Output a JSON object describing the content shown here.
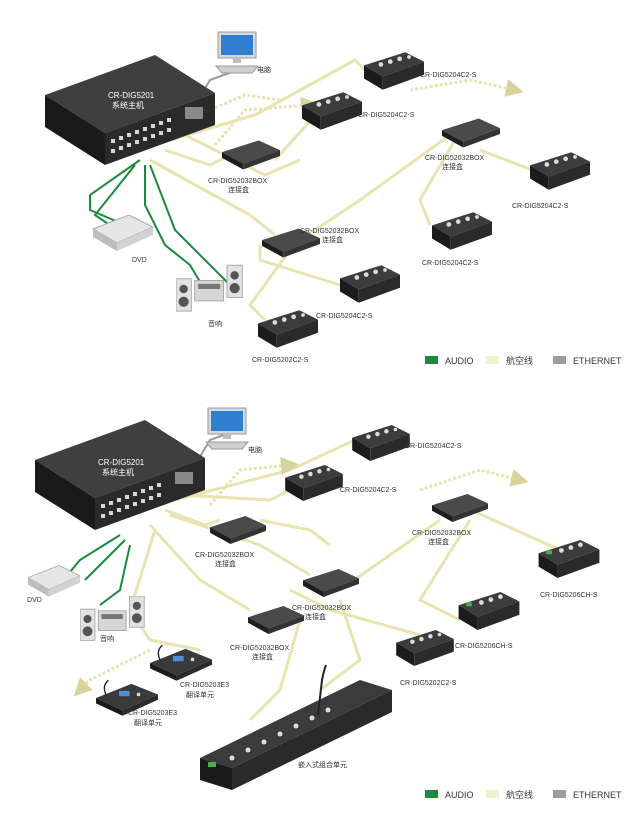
{
  "colors": {
    "audio": "#1a8a3c",
    "aviation": "#e9e3b0",
    "ethernet": "#9c9c9c",
    "device_dark": "#2a2a2a"
  },
  "diagram1": {
    "host_model": "CR-DIG5201",
    "host_name": "系统主机",
    "pc": "电脑",
    "dvd": "DVD",
    "speaker": "音响",
    "box_a_model": "CR-DIG52032BOX",
    "box_a_name": "连接盒",
    "box_b_model": "CR-DIG52032BOX",
    "box_b_name": "连接盒",
    "box_c_model": "CR-DIG52032BOX",
    "box_c_name": "连接盒",
    "unit_1": "CR-DIG5204C2-S",
    "unit_2": "CR-DIG5204C2-S",
    "unit_3": "CR-DIG5204C2-S",
    "unit_4": "CR-DIG5204C2-S",
    "unit_5": "CR-DIG5204C2-S",
    "unit_6": "CR-DIG5202C2-S"
  },
  "diagram2": {
    "host_model": "CR-DIG5201",
    "host_name": "系统主机",
    "pc": "电脑",
    "dvd": "DVD",
    "speaker": "音响",
    "box_a_model": "CR-DIG52032BOX",
    "box_a_name": "连接盒",
    "box_b_model": "CR-DIG52032BOX",
    "box_b_name": "连接盒",
    "box_c_model": "CR-DIG52032BOX",
    "box_c_name": "连接盒",
    "box_d_model": "CR-DIG52032BOX",
    "box_d_name": "连接盒",
    "unit_1": "CR-DIG5204C2-S",
    "unit_2": "CR-DIG5204C2-S",
    "unit_3": "CR-DIG5206CH-S",
    "unit_4": "CR-DIG5206CH-S",
    "unit_5": "CR-DIG5202C2-S",
    "interp_1_model": "CR-DIG5203E3",
    "interp_1_name": "翻译单元",
    "interp_2_model": "CR-DIG5203E3",
    "interp_2_name": "翻译单元",
    "embedded": "嵌入式组合单元"
  },
  "legend": {
    "audio": "AUDIO",
    "aviation": "航空线",
    "ethernet": "ETHERNET"
  }
}
